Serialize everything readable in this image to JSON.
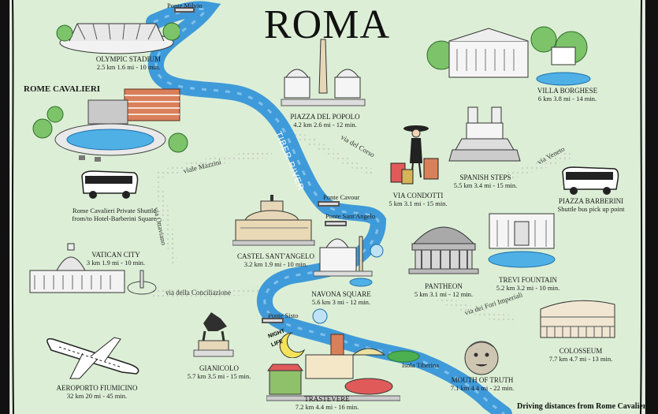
{
  "title": "ROMA",
  "footer": "Driving distances from Rome Cavalieri",
  "river_label": "TIBER RIVER",
  "bridges": {
    "ponte_milvio": "Ponte Milvio",
    "ponte_cavour": "Ponte Cavour",
    "ponte_santangelo": "Ponte Sant'Angelo",
    "ponte_sisto": "Ponte Sisto",
    "isola_tiberina": "Isola Tiberina"
  },
  "roads": {
    "viale_mazzini": "viale Mazzini",
    "via_ottaviano": "via Ottaviano",
    "via_del_corso": "via del Corso",
    "via_veneto": "via Veneto",
    "via_conciliazione": "via della Conciliazione",
    "via_fori": "via dei Fori Imperiali"
  },
  "places": {
    "olympic": {
      "name": "OLYMPIC STADIUM",
      "dist": "2.5 km 1.6 mi - 10 min."
    },
    "cavalieri": {
      "name": "ROME CAVALIERI"
    },
    "shuttle": {
      "line1": "Rome Cavalieri Private Shuttle",
      "line2": "from/to Hotel-Barberini Square"
    },
    "vatican": {
      "name": "VATICAN CITY",
      "dist": "3 km 1.9 mi - 10 min."
    },
    "fiumicino": {
      "name": "AEROPORTO FIUMICINO",
      "dist": "32 km 20 mi - 45 min."
    },
    "popolo": {
      "name": "PIAZZA DEL POPOLO",
      "dist": "4.2 km 2.6 mi - 12 min."
    },
    "castel": {
      "name": "CASTEL SANT'ANGELO",
      "dist": "3.2 km 1.9 mi - 10 min."
    },
    "navona": {
      "name": "NAVONA SQUARE",
      "dist": "5.6 km 3 mi - 12 min."
    },
    "gianicolo": {
      "name": "GIANICOLO",
      "dist": "5.7 km 3.5 mi - 15 min."
    },
    "trastevere": {
      "name": "TRASTEVERE",
      "dist": "7.2 km 4.4 mi - 16 min."
    },
    "condotti": {
      "name": "VIA CONDOTTI",
      "dist": "5 km 3.1 mi - 15 min."
    },
    "borghese": {
      "name": "VILLA BORGHESE",
      "dist": "6 km 3.8 mi - 14 min."
    },
    "spanish": {
      "name": "SPANISH STEPS",
      "dist": "5.5 km 3.4 mi - 15 min."
    },
    "barberini": {
      "name": "PIAZZA BARBERINI",
      "dist": "Shuttle bus pick up point"
    },
    "pantheon": {
      "name": "PANTHEON",
      "dist": "5 km 3.1 mi - 12 min."
    },
    "trevi": {
      "name": "TREVI FOUNTAIN",
      "dist": "5.2 km 3.2 mi - 10 min."
    },
    "colosseum": {
      "name": "COLOSSEUM",
      "dist": "7.7 km 4.7 mi - 13 min."
    },
    "truth": {
      "name": "MOUTH OF TRUTH",
      "dist": "7.1 km 4.4 mi - 22 min."
    }
  },
  "badge": {
    "line1": "NIGHT",
    "line2": "LIFE"
  },
  "colors": {
    "background": "#dcefd6",
    "river": "#3f9ad9",
    "road": "#ffffff",
    "border": "#111111"
  }
}
